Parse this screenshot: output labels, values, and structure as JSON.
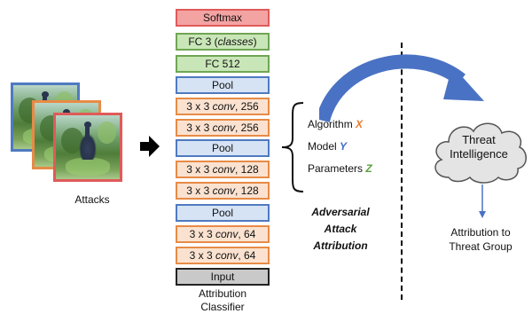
{
  "attacks_label": "Attacks",
  "layers": [
    {
      "text": "Softmax",
      "style": "red"
    },
    {
      "text": "FC 3 (",
      "italic": "classes",
      "after": ")",
      "style": "green"
    },
    {
      "text": "FC 512",
      "style": "green"
    },
    {
      "text": "Pool",
      "style": "blue"
    },
    {
      "text": "3 x 3 ",
      "italic": "conv",
      "after": ", 256",
      "style": "orange"
    },
    {
      "text": "3 x 3 ",
      "italic": "conv",
      "after": ", 256",
      "style": "orange"
    },
    {
      "text": "Pool",
      "style": "blue"
    },
    {
      "text": "3 x 3 ",
      "italic": "conv",
      "after": ", 128",
      "style": "orange"
    },
    {
      "text": "3 x 3 ",
      "italic": "conv",
      "after": ", 128",
      "style": "orange"
    },
    {
      "text": "Pool",
      "style": "blue"
    },
    {
      "text": "3 x 3 ",
      "italic": "conv",
      "after": ", 64",
      "style": "orange"
    },
    {
      "text": "3 x 3 ",
      "italic": "conv",
      "after": ", 64",
      "style": "orange"
    },
    {
      "text": "Input",
      "style": "gray"
    }
  ],
  "classifier_label": [
    "Attribution",
    "Classifier"
  ],
  "params": {
    "algorithm": "Algorithm",
    "algorithm_var": "X",
    "model": "Model",
    "model_var": "Y",
    "parameters": "Parameters",
    "parameters_var": "Z"
  },
  "adversarial_label": [
    "Adversarial",
    "Attack",
    "Attribution"
  ],
  "cloud_label": [
    "Threat",
    "Intelligence"
  ],
  "output_label": [
    "Attribution to",
    "Threat Group"
  ],
  "colors": {
    "curved_arrow": "#4a72c4",
    "cloud_fill": "#e4e4e4",
    "thumb_borders": [
      "#4f7ac0",
      "#e78b46",
      "#e05a5a"
    ]
  }
}
